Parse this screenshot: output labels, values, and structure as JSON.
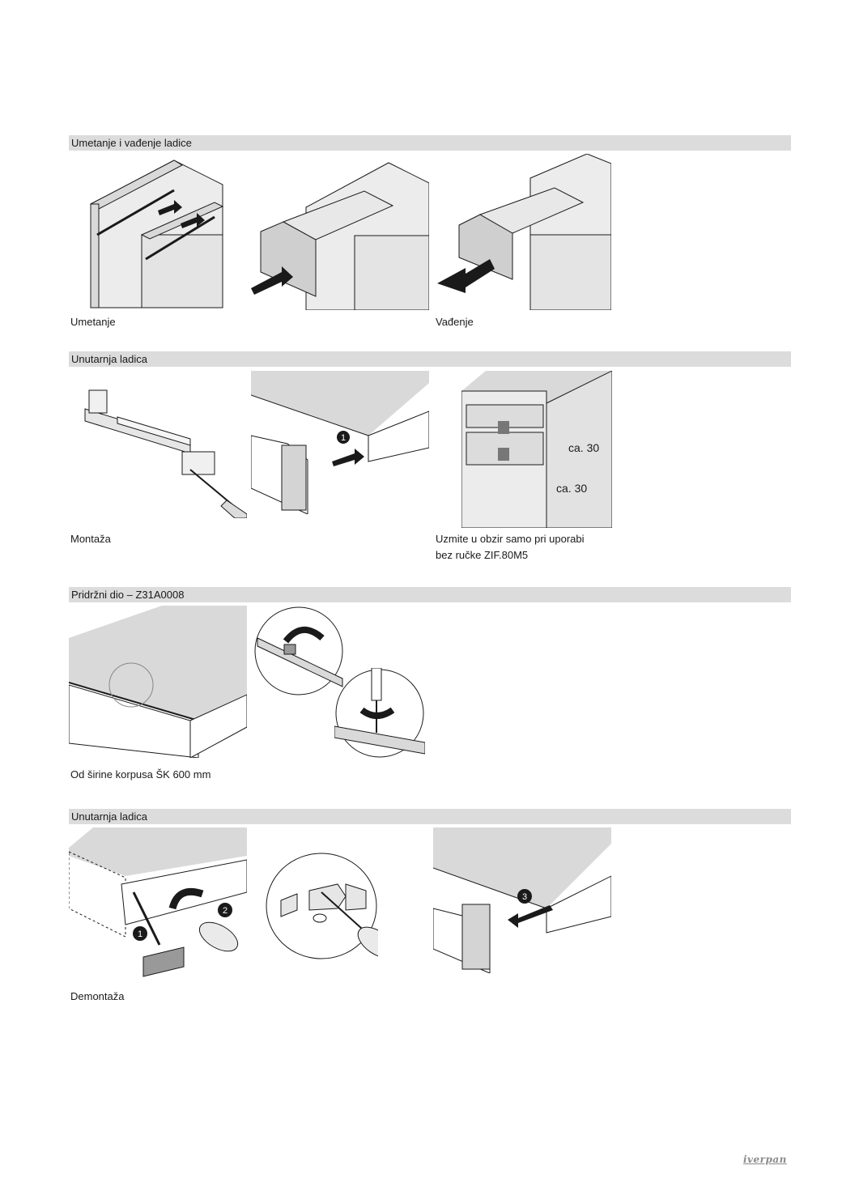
{
  "sections": [
    {
      "heading": "Umetanje i vađenje ladice",
      "captions": [
        "Umetanje",
        "Vađenje"
      ]
    },
    {
      "heading": "Unutarnja ladica",
      "captions": [
        "Montaža",
        "Uzmite u obzir samo pri uporabi",
        "bez ručke ZIF.80M5"
      ]
    },
    {
      "heading": "Pridržni dio – Z31A0008",
      "captions": [
        "Od širine korpusa ŠK 600 mm"
      ]
    },
    {
      "heading": "Unutarnja ladica",
      "captions": [
        "Demontaža"
      ]
    }
  ],
  "dimension_labels": [
    "ca. 30",
    "ca. 30"
  ],
  "step_numbers": [
    "1",
    "1",
    "2",
    "3"
  ],
  "logo": "iverpan",
  "colors": {
    "bar": "#dcdcdc",
    "panel": "#d9d9d9",
    "line": "#1a1a1a",
    "badge": "#1a1a1a"
  }
}
